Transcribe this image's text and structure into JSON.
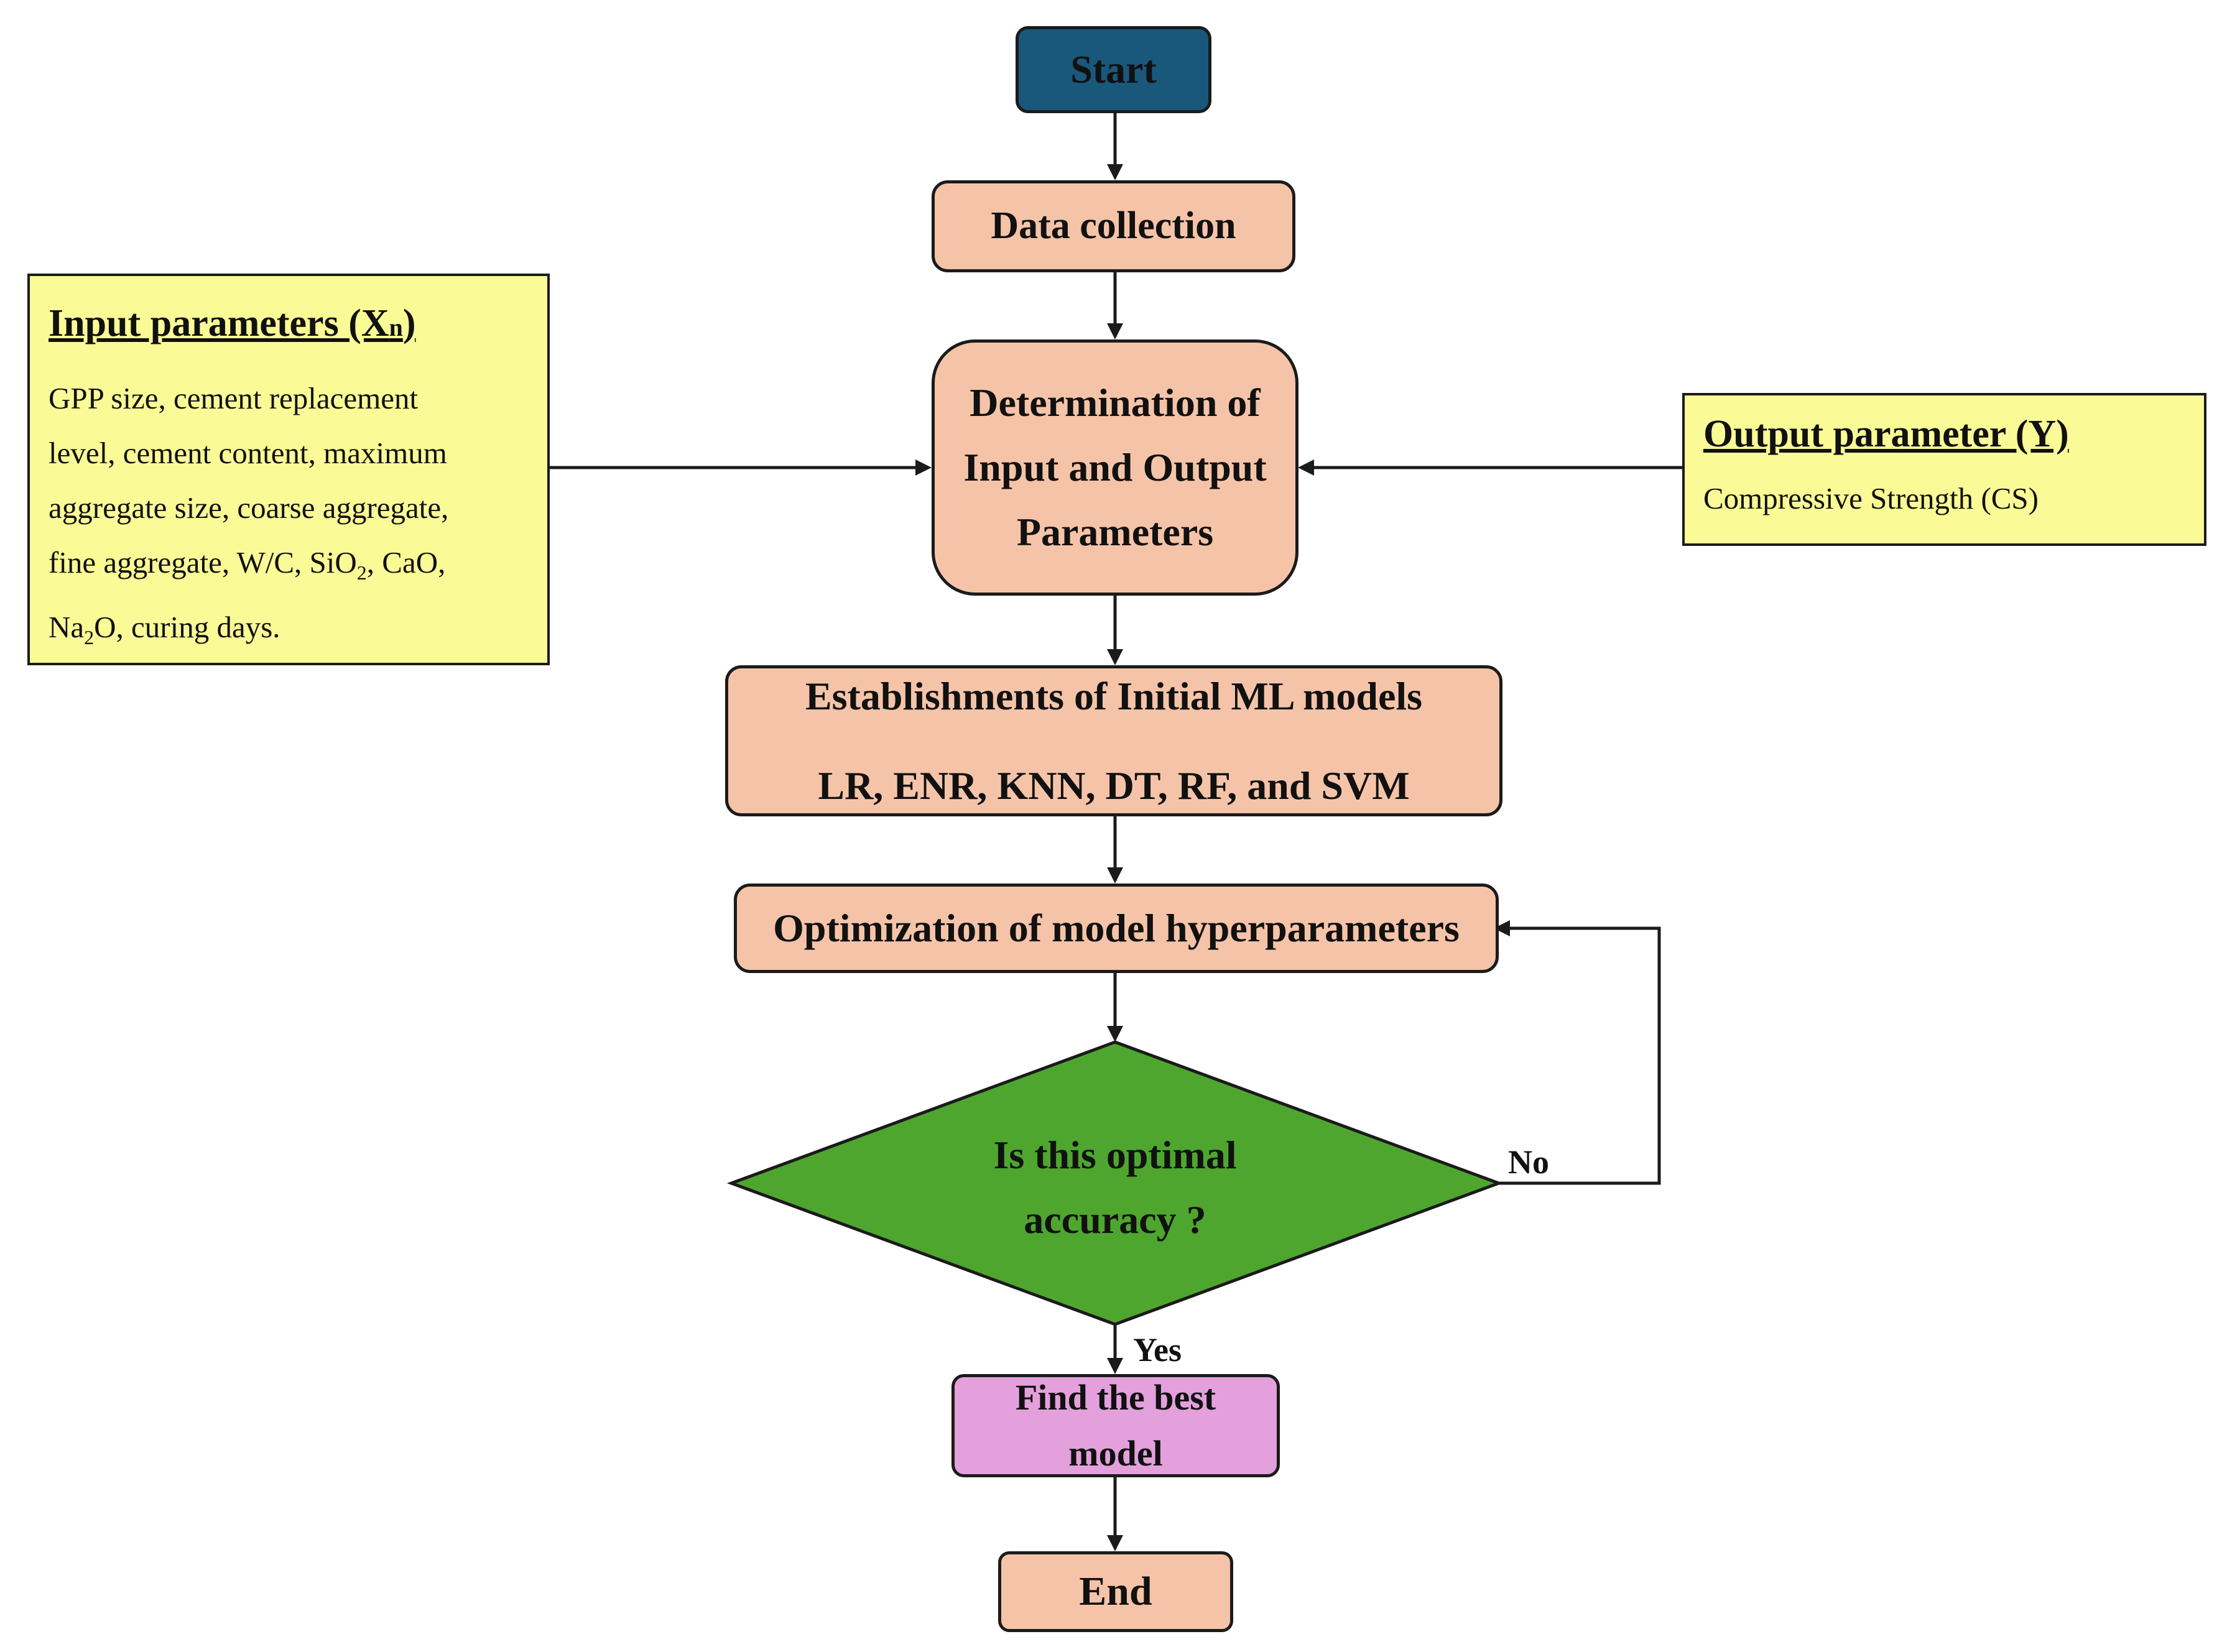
{
  "nodes": {
    "start": "Start",
    "data_collection": "Data collection",
    "determination": [
      "Determination of",
      "Input and Output",
      "Parameters"
    ],
    "initial_models": {
      "title": "Establishments of Initial ML models",
      "models": "LR, ENR, KNN, DT, RF, and SVM"
    },
    "optimization": "Optimization of model hyperparameters",
    "decision": [
      "Is this optimal",
      "accuracy ?"
    ],
    "best_model": [
      "Find the best",
      "model"
    ],
    "end": "End"
  },
  "input_box": {
    "heading": "Input parameters (X",
    "heading_sub": "n",
    "heading_close": ")",
    "lines": [
      "GPP size, cement replacement",
      "level, cement content, maximum",
      "aggregate size, coarse aggregate,",
      "fine aggregate, W/C, SiO",
      "2",
      ", CaO,",
      "Na",
      "2",
      "O, curing days."
    ]
  },
  "output_box": {
    "heading": "Output parameter (Y)",
    "body": "Compressive Strength (CS)"
  },
  "edge_labels": {
    "no": "No",
    "yes": "Yes"
  },
  "colors": {
    "process_fill": "#f5c4a8",
    "start_fill": "#19587a",
    "decision_fill": "#4ea62f",
    "best_model_fill": "#e3a0dc",
    "side_box_fill": "#fafa96",
    "outline": "#1b1b1b"
  }
}
